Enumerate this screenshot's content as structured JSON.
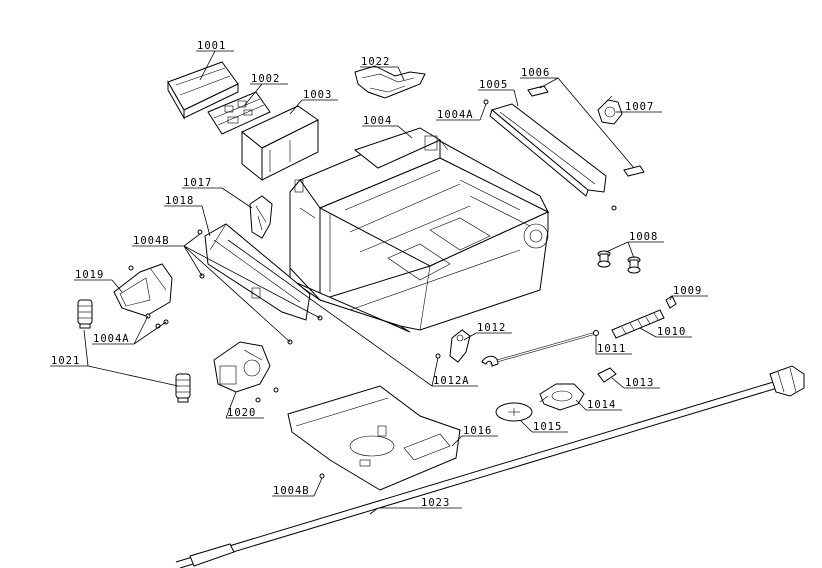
{
  "labels": {
    "p1001": "1001",
    "p1002": "1002",
    "p1003": "1003",
    "p1004": "1004",
    "p1004a_top": "1004A",
    "p1004a_left": "1004A",
    "p1004b_left": "1004B",
    "p1004b_bottom": "1004B",
    "p1005": "1005",
    "p1006": "1006",
    "p1007": "1007",
    "p1008": "1008",
    "p1009": "1009",
    "p1010": "1010",
    "p1011": "1011",
    "p1012": "1012",
    "p1012a": "1012A",
    "p1013": "1013",
    "p1014": "1014",
    "p1015": "1015",
    "p1016": "1016",
    "p1017": "1017",
    "p1018": "1018",
    "p1019": "1019",
    "p1020": "1020",
    "p1021": "1021",
    "p1022": "1022",
    "p1023": "1023"
  },
  "colors": {
    "line": "#000000",
    "background": "#ffffff"
  }
}
